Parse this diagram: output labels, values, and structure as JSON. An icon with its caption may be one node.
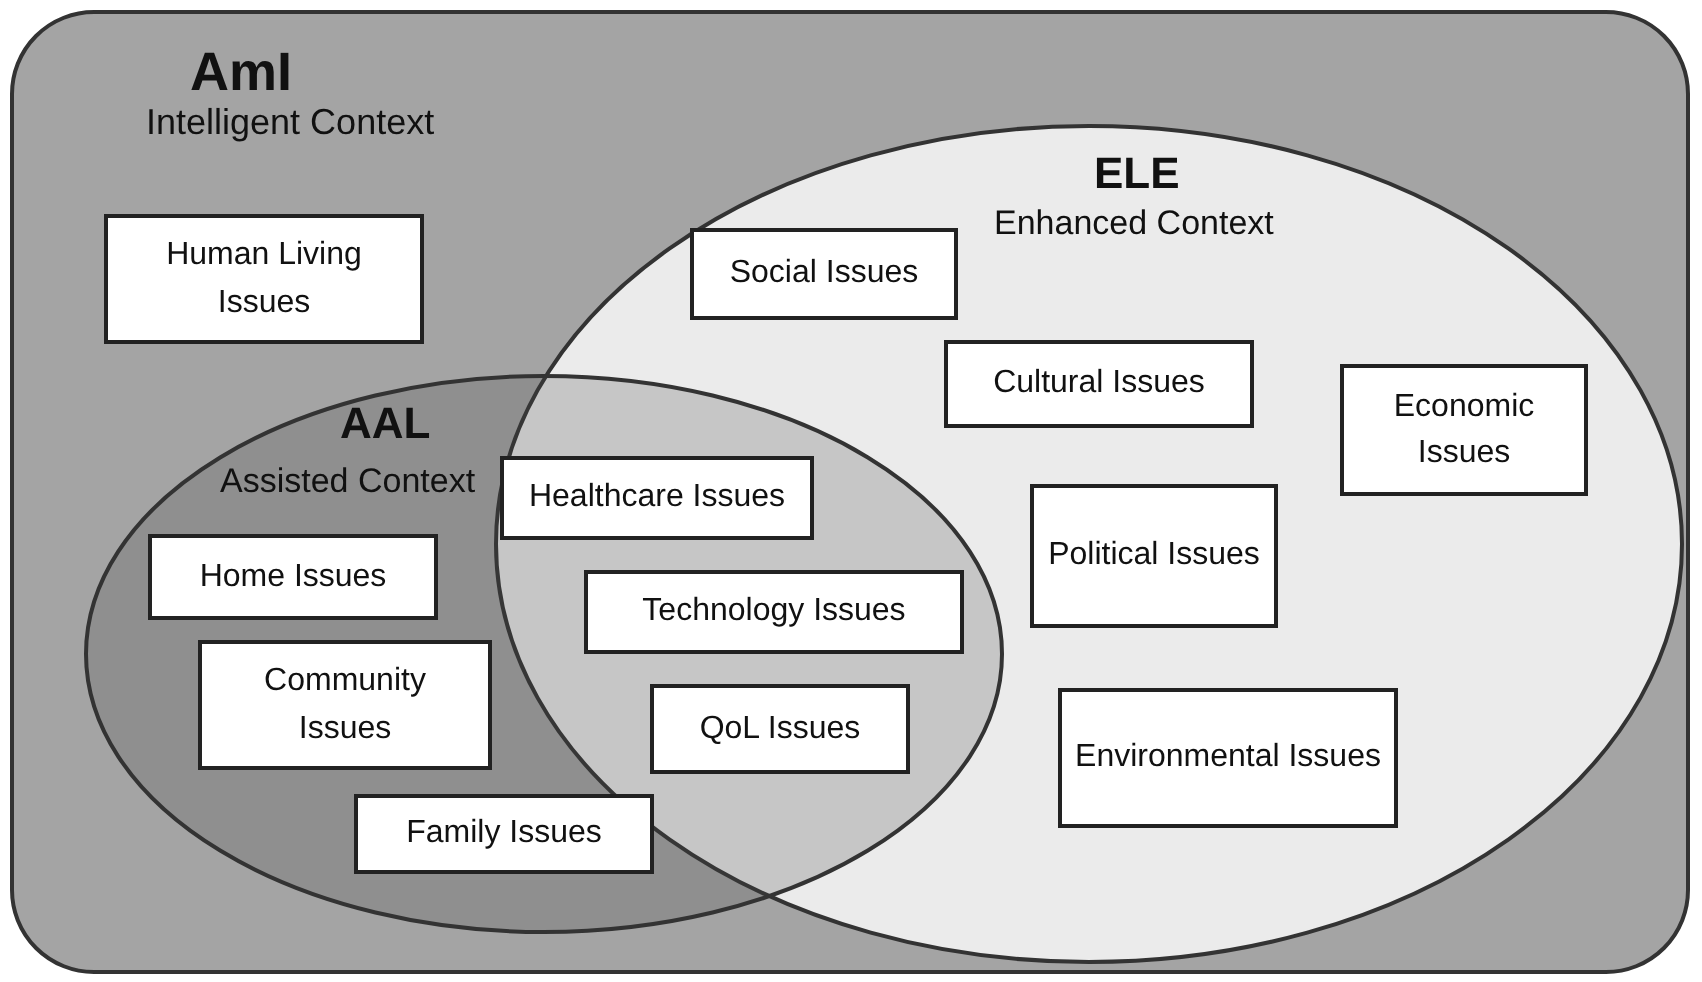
{
  "diagram": {
    "nodes": [
      {
        "text": [
          "AmI",
          "Intelligent Context"
        ]
      },
      {
        "text": [
          "Human Living Issues"
        ],
        "in": 0
      },
      {
        "text": [
          "ELE",
          "Enhanced Context"
        ],
        "in": 0
      },
      {
        "text": [
          "Social Issues"
        ],
        "in": 2
      },
      {
        "text": [
          "Cultural Issues"
        ],
        "in": 2
      },
      {
        "text": [
          "Economic Issues"
        ],
        "in": 2
      },
      {
        "text": [
          "AAL",
          "Assisted Context"
        ],
        "in": 0
      },
      {
        "text": [
          "Healthcare Issues"
        ]
      },
      {
        "text": [
          "Political Issues"
        ],
        "in": 2
      },
      {
        "text": [
          "Home Issues"
        ],
        "in": 6
      },
      {
        "text": [
          "Technology Issues"
        ]
      },
      {
        "text": [
          "Community Issues"
        ],
        "in": 6
      },
      {
        "text": [
          "QoL Issues"
        ]
      },
      {
        "text": [
          "Environmental Issues"
        ],
        "in": 2
      },
      {
        "text": [
          "Family Issues"
        ],
        "in": 6
      }
    ],
    "edges": []
  }
}
